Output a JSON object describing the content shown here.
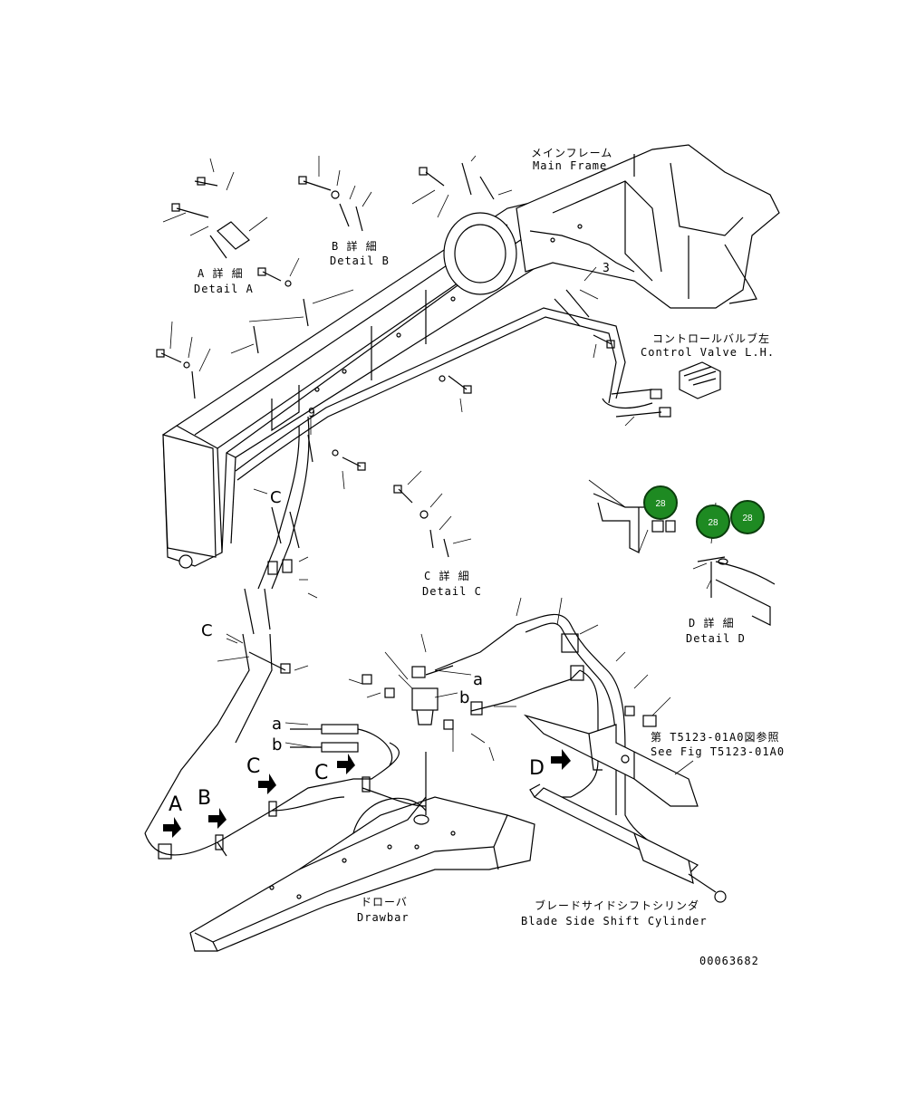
{
  "labels": {
    "main_frame_jp": "メインフレーム",
    "main_frame_en": "Main Frame",
    "control_valve_jp": "コントロールバルブ左",
    "control_valve_en": "Control Valve L.H.",
    "detail_a_jp": "A 詳 細",
    "detail_a_en": "Detail A",
    "detail_b_jp": "B 詳 細",
    "detail_b_en": "Detail B",
    "detail_c_jp": "C 詳 細",
    "detail_c_en": "Detail C",
    "detail_d_jp": "D 詳 細",
    "detail_d_en": "Detail D",
    "see_fig_jp": "第 T5123-01A0図参照",
    "see_fig_en": "See Fig T5123-01A0",
    "drawbar_jp": "ドローバ",
    "drawbar_en": "Drawbar",
    "cylinder_jp": "ブレードサイドシフトシリンダ",
    "cylinder_en": "Blade Side Shift Cylinder",
    "drawing_no": "00063682"
  },
  "callouts": {
    "num_3": "3",
    "num_9": "9",
    "c1": "C",
    "c2": "C",
    "a_small": "a",
    "b_small": "b",
    "a_hose": "a",
    "b_hose": "b",
    "arrow_a": "A",
    "arrow_b": "B",
    "arrow_c1": "C",
    "arrow_c2": "C",
    "arrow_d": "D"
  },
  "badges": [
    {
      "label": "28"
    },
    {
      "label": "28"
    },
    {
      "label": "28"
    }
  ],
  "colors": {
    "badge_fill": "#1e8a22",
    "badge_ring": "#0b3d0d",
    "line": "#000000"
  }
}
